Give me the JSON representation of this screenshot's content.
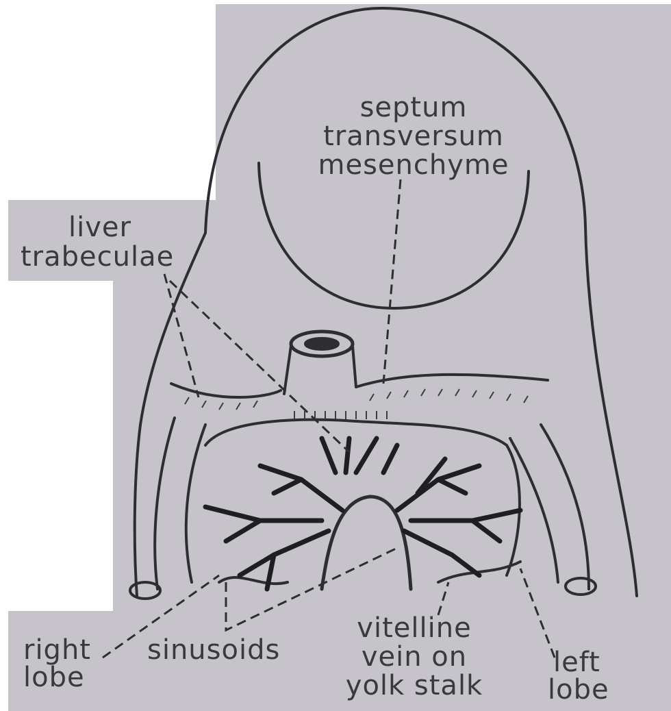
{
  "labels": {
    "septum": [
      "septum",
      "transversum",
      "mesenchyme"
    ],
    "liver_trabeculae": [
      "liver",
      "trabeculae"
    ],
    "right_lobe": [
      "right",
      "lobe"
    ],
    "sinusoids": [
      "sinusoids"
    ],
    "vitelline": [
      "vitelline",
      "vein on",
      "yolk stalk"
    ],
    "left_lobe": [
      "left",
      "lobe"
    ]
  },
  "colors": {
    "paper": "#c6c3cb",
    "ink": "#2e2e32",
    "background": "#ffffff"
  }
}
